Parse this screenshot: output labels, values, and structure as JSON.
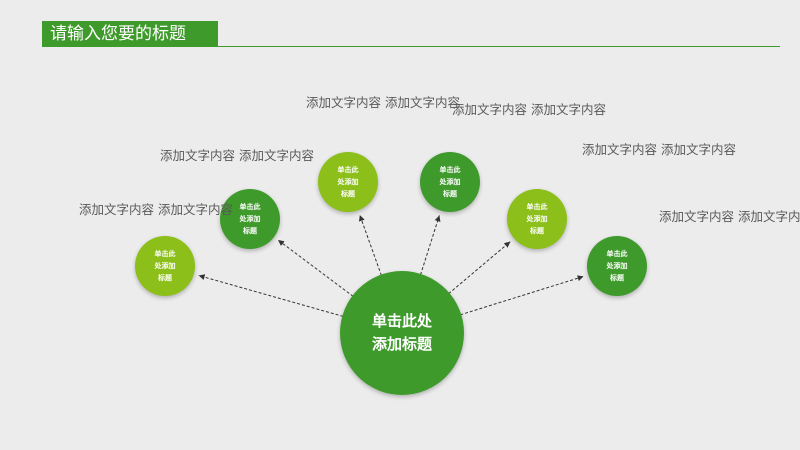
{
  "header": {
    "title": "请输入您要的标题"
  },
  "colors": {
    "dark_green": "#3f9a2c",
    "light_green": "#8cbf1a",
    "text_gray": "#595959",
    "background": "#ececec"
  },
  "center": {
    "label": "单击此处\n添加标题",
    "color": "dark"
  },
  "branches": [
    {
      "node_label": "单击此\n处添加\n标题",
      "color": "light",
      "text": "添加文字内容\n添加文字内容"
    },
    {
      "node_label": "单击此\n处添加\n标题",
      "color": "dark",
      "text": "添加文字内容\n添加文字内容"
    },
    {
      "node_label": "单击此\n处添加\n标题",
      "color": "light",
      "text": "添加文字内容\n添加文字内容"
    },
    {
      "node_label": "单击此\n处添加\n标题",
      "color": "dark",
      "text": "添加文字内容\n添加文字内容"
    },
    {
      "node_label": "单击此\n处添加\n标题",
      "color": "light",
      "text": "添加文字内容\n添加文字内容"
    },
    {
      "node_label": "单击此\n处添加\n标题",
      "color": "dark",
      "text": "添加文字内容\n添加文字内容"
    }
  ]
}
